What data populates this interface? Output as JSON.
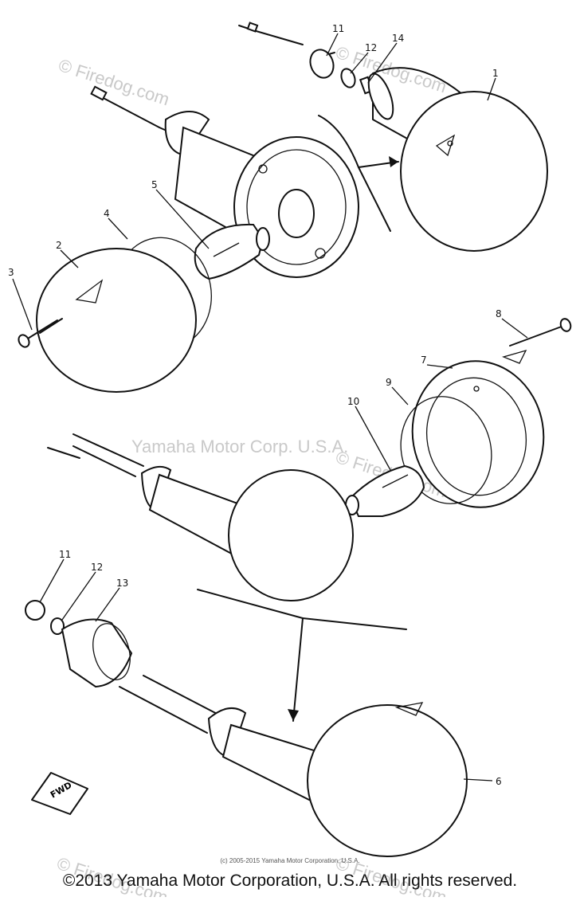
{
  "watermarks": {
    "firedog": "© Firedog.com",
    "yamaha": "Yamaha Motor Corp. U.S.A."
  },
  "callouts": {
    "c1": "1",
    "c2": "2",
    "c3": "3",
    "c4": "4",
    "c5": "5",
    "c6": "6",
    "c7": "7",
    "c8": "8",
    "c9": "9",
    "c10": "10",
    "c11a": "11",
    "c11b": "11",
    "c12a": "12",
    "c12b": "12",
    "c13": "13",
    "c14": "14"
  },
  "fwd_label": "FWD",
  "small_copyright": "(c) 2005-2015 Yamaha Motor Corporation, U.S.A.",
  "footer_copyright": "©2013 Yamaha Motor Corporation, U.S.A. All rights reserved.",
  "colors": {
    "line": "#111111",
    "watermark": "#c9c9c9",
    "background": "#ffffff"
  }
}
